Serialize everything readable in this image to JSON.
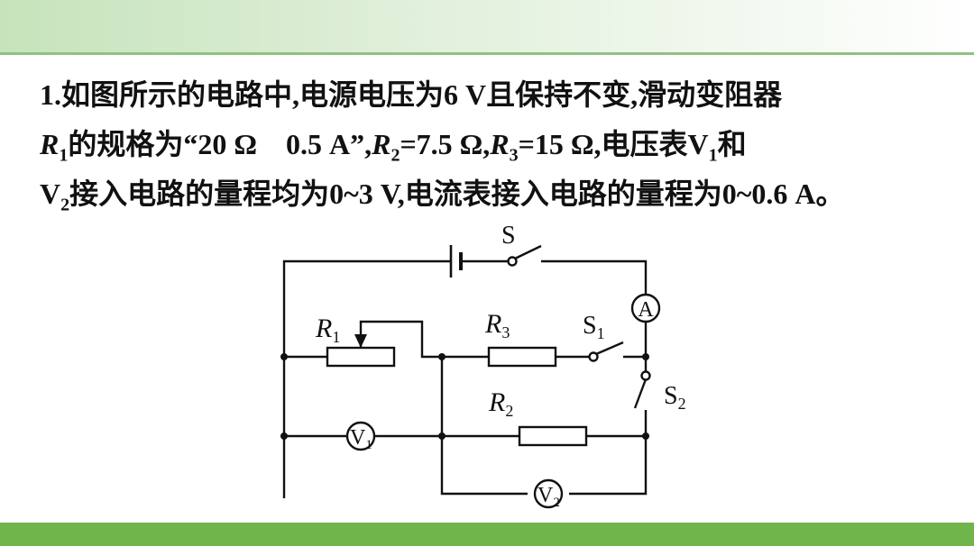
{
  "problem": {
    "p1": "1.如图所示的电路中,电源电压为6 V且保持不变,滑动变阻器",
    "r1_letter": "R",
    "r1_sub": "1",
    "p2": "的规格为“20 Ω　0.5 A”,",
    "r2_letter": "R",
    "r2_sub": "2",
    "p3": "=7.5 Ω,",
    "r3_letter": "R",
    "r3_sub": "3",
    "p4": "=15 Ω,电压表V",
    "v1_sub": "1",
    "p5": "和",
    "v2_letter": "V",
    "v2_sub": "2",
    "p6": "接入电路的量程均为0~3 V,电流表接入电路的量程为0~0.6 A。"
  },
  "circuit": {
    "switch_s": "S",
    "switch_s1": "S",
    "switch_s1_sub": "1",
    "switch_s2": "S",
    "switch_s2_sub": "2",
    "r1": "R",
    "r1_sub": "1",
    "r2": "R",
    "r2_sub": "2",
    "r3": "R",
    "r3_sub": "3",
    "ammeter": "A",
    "voltmeter1": "V",
    "voltmeter1_sub": "1",
    "voltmeter2": "V",
    "voltmeter2_sub": "2"
  },
  "colors": {
    "top_band": "#c6e3bb",
    "bottom_band": "#70b54b"
  }
}
